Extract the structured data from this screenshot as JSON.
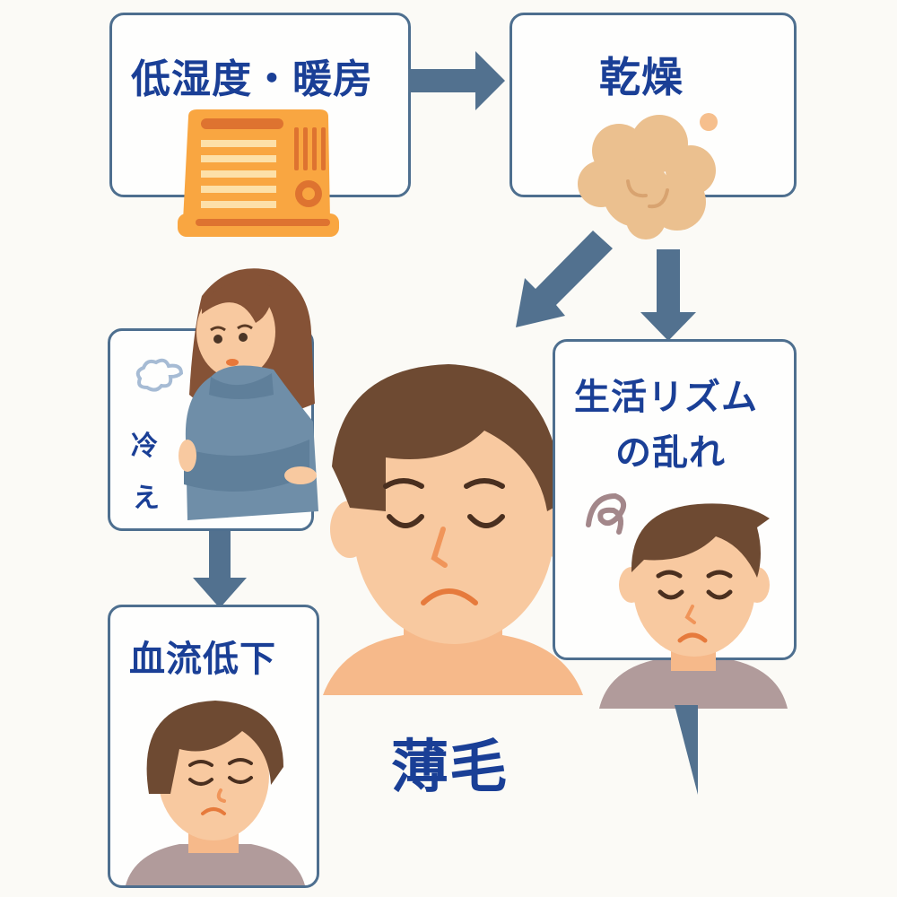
{
  "diagram": {
    "title": "薄毛",
    "nodes": [
      {
        "id": "low-humidity-heating",
        "label": "低湿度・暖房",
        "icon": "heater-icon"
      },
      {
        "id": "dryness",
        "label": "乾燥",
        "icon": "dry-cloud-icon"
      },
      {
        "id": "coldness",
        "label_line1": "冷",
        "label_line2": "え",
        "icon": "cold-woman-icon"
      },
      {
        "id": "lifestyle-disruption",
        "label_line1": "生活リズム",
        "label_line2": "の乱れ",
        "icon": "tired-boy-icon"
      },
      {
        "id": "poor-circulation",
        "label": "血流低下",
        "icon": "sad-person-icon"
      },
      {
        "id": "thinning-hair",
        "label": "薄毛",
        "icon": "sad-man-icon"
      }
    ],
    "edges": [
      {
        "from": "低湿度・暖房",
        "to": "乾燥"
      },
      {
        "from": "乾燥",
        "to": "薄毛"
      },
      {
        "from": "乾燥",
        "to": "生活リズムの乱れ"
      },
      {
        "from": "冷え",
        "to": "血流低下"
      },
      {
        "from": "生活リズムの乱れ",
        "to": "血流低下"
      }
    ],
    "colors": {
      "arrow": "#52718f",
      "box_border": "#4e6f8f",
      "text": "#1a3f96",
      "heater": "#f9a641",
      "skin": "#f8c9a0",
      "hair": "#6e4a32"
    }
  }
}
